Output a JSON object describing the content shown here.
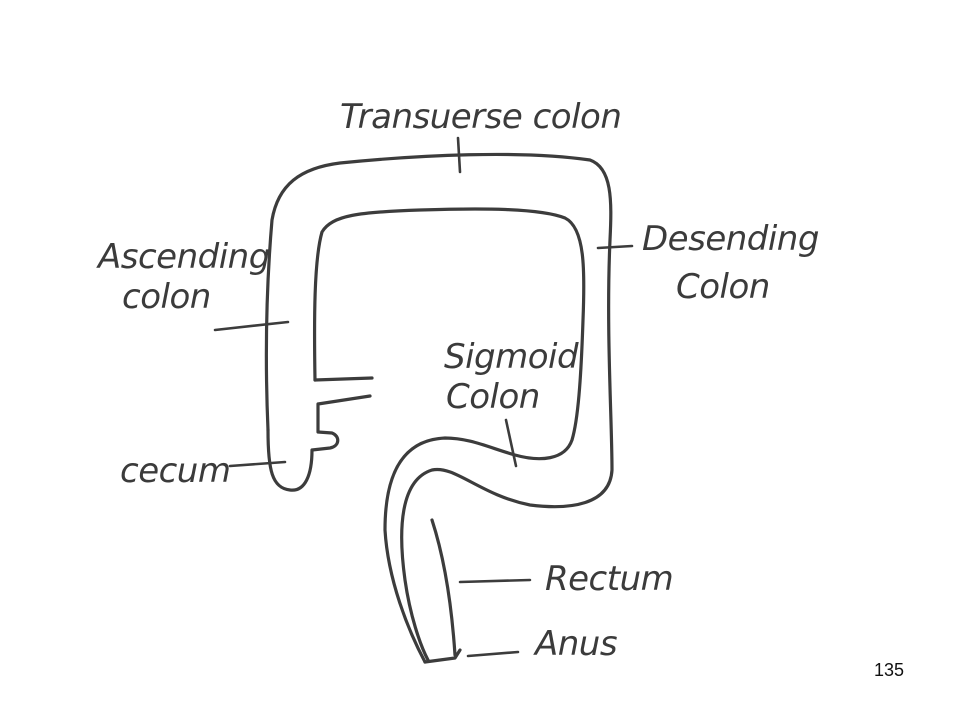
{
  "diagram": {
    "labels": {
      "transverse": "Transuerse colon",
      "ascending_1": "Ascending",
      "ascending_2": "colon",
      "descending_1": "Desending",
      "descending_2": "Colon",
      "sigmoid_1": "Sigmoid",
      "sigmoid_2": "Colon",
      "cecum": "cecum",
      "rectum": "Rectum",
      "anus": "Anus"
    },
    "stroke_color": "#3c3c3c"
  },
  "slide": {
    "page_number": "135"
  }
}
